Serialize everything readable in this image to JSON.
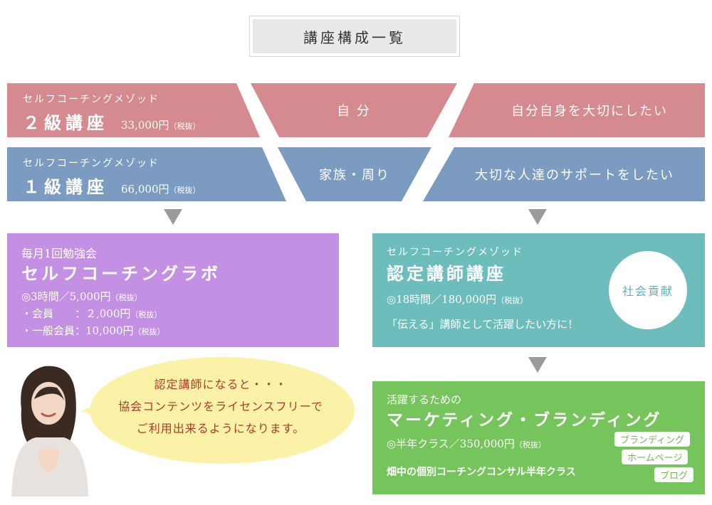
{
  "title": "講座構成一覧",
  "row1": {
    "course_label": "セルフコーチングメゾッド",
    "course_name": "２級講座",
    "price": "33,000円",
    "tax": "（税抜）",
    "target": "自 分",
    "goal": "自分自身を大切にしたい"
  },
  "row2": {
    "course_label": "セルフコーチングメゾッド",
    "course_name": "１級講座",
    "price": "66,000円",
    "tax": "（税抜）",
    "target": "家族・周り",
    "goal": "大切な人達のサポートをしたい"
  },
  "lab": {
    "label": "毎月1回勉強会",
    "name": "セルフコーチングラボ",
    "line1": "◎3時間／5,000円",
    "line2": "・会員　　：２,000円",
    "line3": "・一般会員：10,000円",
    "tax": "（税抜）"
  },
  "instructor": {
    "label": "セルフコーチングメゾッド",
    "name": "認定講師講座",
    "line1": "◎18時間／180,000円",
    "tax": "（税抜）",
    "line2": "「伝える」講師として活躍したい方に！",
    "badge": "社会貢献"
  },
  "bubble": {
    "line1": "認定講師になると・・・",
    "line2": "協会コンテンツをライセンスフリーで",
    "line3": "ご利用出来るようになります。"
  },
  "marketing": {
    "label": "活躍するための",
    "name": "マーケティング・ブランディング",
    "line1": "◎半年クラス／350,000円",
    "tax": "（税抜）",
    "line2": "畑中の個別コーチングコンサル半年クラス",
    "tags": [
      "ブランディング",
      "ホームページ",
      "ブログ"
    ]
  },
  "colors": {
    "pink": "#d48a8f",
    "blue": "#7c9bc1",
    "purple": "#c390e3",
    "teal": "#6dbdbc",
    "green": "#76c45c"
  }
}
